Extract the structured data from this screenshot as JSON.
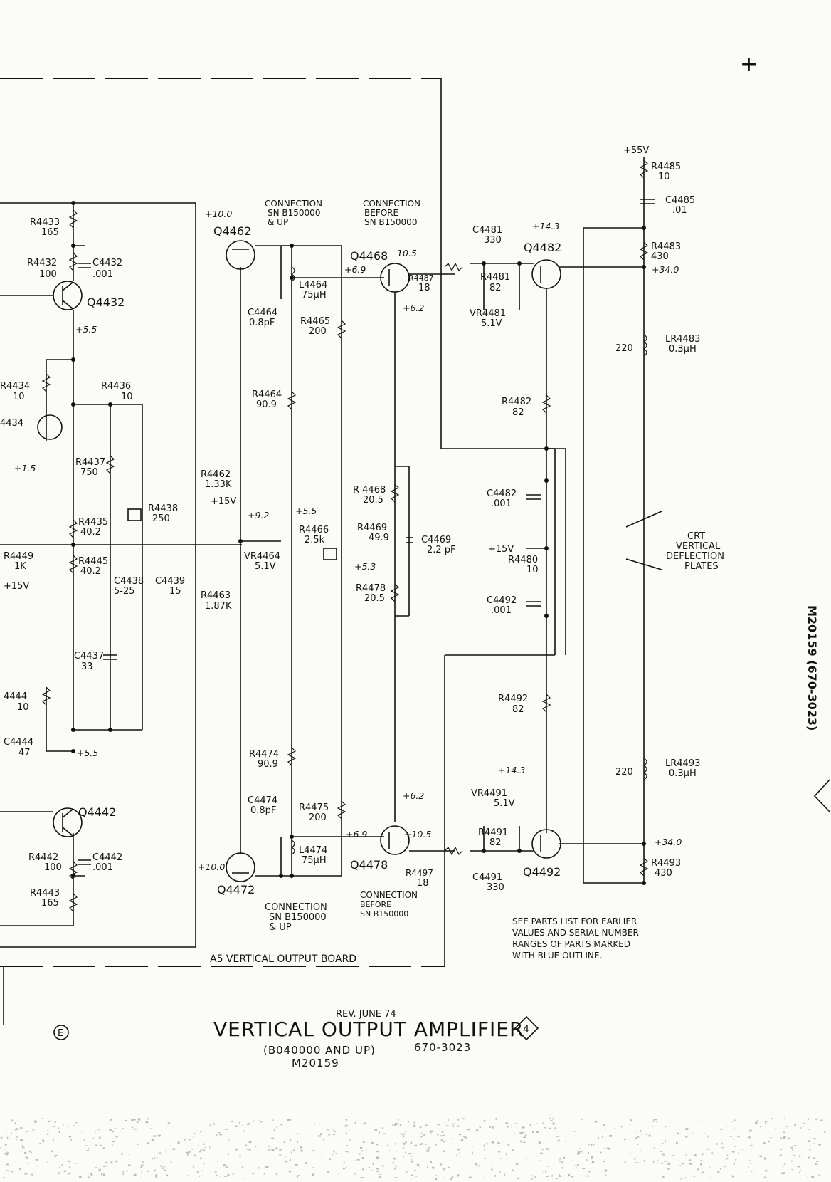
{
  "corner_mark": "+",
  "board_label": "A5 VERTICAL OUTPUT BOARD",
  "supply_55": "+55V",
  "notes": {
    "parts": [
      "SEE PARTS LIST FOR EARLIER",
      "VALUES AND SERIAL NUMBER",
      "RANGES OF PARTS MARKED",
      "WITH BLUE OUTLINE."
    ],
    "conn_a": [
      "CONNECTION",
      "SN B150000",
      "& UP"
    ],
    "conn_b": [
      "CONNECTION",
      "BEFORE",
      "SN B150000"
    ],
    "conn_c": [
      "CONNECTION",
      "SN B150000",
      "& UP"
    ],
    "conn_d": [
      "CONNECTION",
      "BEFORE",
      "SN B150000"
    ],
    "crt": [
      "CRT",
      "VERTICAL",
      "DEFLECTION",
      "PLATES"
    ]
  },
  "transistors": {
    "q4432": "Q4432",
    "q4442": "Q4442",
    "q4462": "Q4462",
    "q4472": "Q4472",
    "q4468": "Q4468",
    "q4478": "Q4478",
    "q4482": "Q4482",
    "q4492": "Q4492"
  },
  "parts": {
    "r4433": [
      "R4433",
      "165"
    ],
    "r4432": [
      "R4432",
      "100"
    ],
    "c4432": [
      "C4432",
      ".001"
    ],
    "r4434": [
      "R4434",
      "10"
    ],
    "vr4434": "4434",
    "r4436": [
      "R4436",
      "10"
    ],
    "r4437": [
      "R4437",
      "750"
    ],
    "r4438": [
      "R4438",
      "250"
    ],
    "r4435": [
      "R4435",
      "40.2"
    ],
    "r4445": [
      "R4445",
      "40.2"
    ],
    "c4438": [
      "C4438",
      "5-25"
    ],
    "c4439": [
      "C4439",
      "15"
    ],
    "c4437": [
      "C4437",
      "33"
    ],
    "r4449": [
      "R4449",
      "1K"
    ],
    "r4444": [
      "4444",
      "10"
    ],
    "c4444": [
      "C4444",
      "47"
    ],
    "r4442": [
      "R4442",
      "100"
    ],
    "c4442": [
      "C4442",
      ".001"
    ],
    "r4443": [
      "R4443",
      "165"
    ],
    "c4464": [
      "C4464",
      "0.8pF"
    ],
    "l4464": [
      "L4464",
      "75µH"
    ],
    "r4465": [
      "R4465",
      "200"
    ],
    "r4464": [
      "R4464",
      "90.9"
    ],
    "r4462": [
      "R4462",
      "1.33K"
    ],
    "r4463": [
      "R4463",
      "1.87K"
    ],
    "vr4464": [
      "VR4464",
      "5.1V"
    ],
    "r4466": [
      "R4466",
      "2.5k"
    ],
    "r4474": [
      "R4474",
      "90.9"
    ],
    "c4474": [
      "C4474",
      "0.8pF"
    ],
    "r4475": [
      "R4475",
      "200"
    ],
    "l4474": [
      "L4474",
      "75µH"
    ],
    "r4487": [
      "R4487",
      "18"
    ],
    "r4497": [
      "R4497",
      "18"
    ],
    "r4468": [
      "R 4468",
      "20.5"
    ],
    "r4469": [
      "R4469",
      "49.9"
    ],
    "c4469": [
      "C4469",
      "2.2 pF"
    ],
    "r4478": [
      "R4478",
      "20.5"
    ],
    "c4481": [
      "C4481",
      "330"
    ],
    "r4481": [
      "R4481",
      "82"
    ],
    "vr4481": [
      "VR4481",
      "5.1V"
    ],
    "c4491": [
      "C4491",
      "330"
    ],
    "r4491": [
      "R4491",
      "82"
    ],
    "vr4491": [
      "VR4491",
      "5.1V"
    ],
    "r4482": [
      "R4482",
      "82"
    ],
    "r4492": [
      "R4492",
      "82"
    ],
    "c4482": [
      "C4482",
      ".001"
    ],
    "c4492": [
      "C4492",
      ".001"
    ],
    "r4480": [
      "R4480",
      "10"
    ],
    "r4485": [
      "R4485",
      "10"
    ],
    "c4485": [
      "C4485",
      ".01"
    ],
    "r4483": [
      "R4483",
      "430"
    ],
    "lr4483": [
      "LR4483",
      "0.3µH"
    ],
    "lr4493": [
      "LR4493",
      "0.3µH"
    ],
    "r4493": [
      "R4493",
      "430"
    ],
    "r220a": "220",
    "r220b": "220"
  },
  "voltages": {
    "v100a": "+10.0",
    "v100b": "+10.0",
    "v69a": "+6.9",
    "v69b": "+6.9",
    "v105a": "10.5",
    "v105b": "+10.5",
    "v62a": "+6.2",
    "v62b": "+6.2",
    "v143a": "+14.3",
    "v143b": "+14.3",
    "v340a": "+34.0",
    "v340b": "+34.0",
    "v55a": "+5.5",
    "v55b": "+5.5",
    "v55c": "+5.5",
    "v15": "+1.5",
    "v92": "+9.2",
    "v53": "+5.3",
    "p15a": "+15V",
    "p15b": "+15V",
    "p15c": "+15V"
  },
  "title": {
    "rev": "REV. JUNE 74",
    "main": "VERTICAL OUTPUT AMPLIFIER",
    "badge": "4",
    "serial": "(B040000 AND UP)",
    "part": "670-3023",
    "code": "M20159",
    "circle": "E"
  },
  "side_text": "M20159 (670-3023)"
}
